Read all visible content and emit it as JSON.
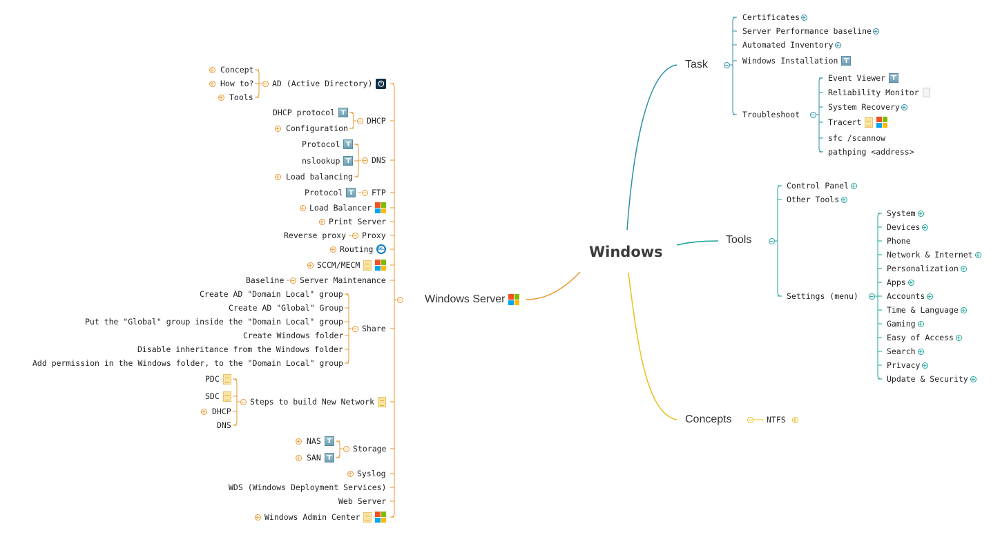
{
  "root": "Windows",
  "colors": {
    "windows_server": "#e8962a",
    "task": "#2a8fa5",
    "tools": "#1ea39a",
    "concepts": "#e6c01a"
  },
  "windows_server": {
    "label": "Windows Server",
    "children": [
      {
        "label": "AD (Active Directory)",
        "icon": "power-icon",
        "children": [
          "Concept",
          "How to?",
          "Tools"
        ]
      },
      {
        "label": "DHCP",
        "children": [
          "DHCP protocol",
          "Configuration"
        ]
      },
      {
        "label": "DNS",
        "children": [
          "Protocol",
          "nslookup",
          "Load balancing"
        ]
      },
      {
        "label": "FTP",
        "children": [
          "Protocol"
        ]
      },
      {
        "label": "Load Balancer",
        "icon": "windows-logo-icon"
      },
      {
        "label": "Print Server"
      },
      {
        "label": "Proxy",
        "children": [
          "Reverse proxy"
        ]
      },
      {
        "label": "Routing",
        "icon": "dell-logo-icon"
      },
      {
        "label": "SCCM/MECM",
        "icons": [
          "note-icon",
          "windows-logo-icon"
        ]
      },
      {
        "label": "Server Maintenance",
        "children": [
          "Baseline"
        ]
      },
      {
        "label": "Share",
        "children": [
          "Create AD \"Domain Local\" group",
          "Create AD \"Global\" Group",
          "Put the \"Global\" group inside the \"Domain Local\" group",
          "Create Windows folder",
          "Disable inheritance from the Windows folder",
          "Add permission in the Windows folder, to the \"Domain Local\" group"
        ]
      },
      {
        "label": "Steps to build New Network",
        "icon": "note-icon",
        "children": [
          "PDC",
          "SDC",
          "DHCP",
          "DNS"
        ]
      },
      {
        "label": "Storage",
        "children": [
          "NAS",
          "SAN"
        ]
      },
      {
        "label": "Syslog"
      },
      {
        "label": "WDS (Windows Deployment Services)"
      },
      {
        "label": "Web Server"
      },
      {
        "label": "Windows Admin Center",
        "icons": [
          "note-icon",
          "windows-logo-icon"
        ]
      }
    ]
  },
  "task": {
    "label": "Task",
    "children": [
      {
        "label": "Certificates"
      },
      {
        "label": "Server Performance baseline"
      },
      {
        "label": "Automated Inventory"
      },
      {
        "label": "Windows Installation",
        "icon": "text-icon"
      },
      {
        "label": "Troubleshoot",
        "children": [
          "Event Viewer",
          "Reliability Monitor",
          "System Recovery",
          "Tracert",
          "sfc /scannow",
          "pathping <address>"
        ]
      }
    ]
  },
  "tools": {
    "label": "Tools",
    "children": [
      {
        "label": "Control Panel"
      },
      {
        "label": "Other Tools"
      },
      {
        "label": "Settings (menu)",
        "children": [
          "System",
          "Devices",
          "Phone",
          "Network & Internet",
          "Personalization",
          "Apps",
          "Accounts",
          "Time & Language",
          "Gaming",
          "Easy of Access",
          "Search",
          "Privacy",
          "Update & Security"
        ]
      }
    ]
  },
  "concepts": {
    "label": "Concepts",
    "children": [
      "NTFS"
    ]
  }
}
